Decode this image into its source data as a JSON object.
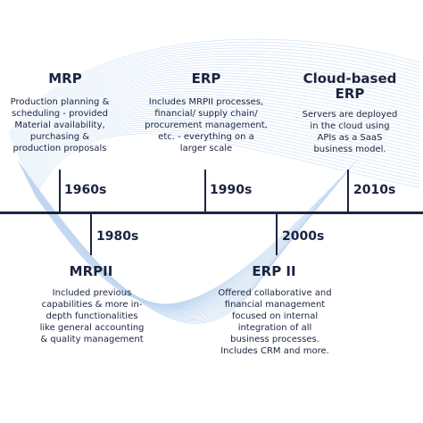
{
  "timeline": {
    "top": [
      {
        "title": "MRP",
        "desc": "Production planning &\nscheduling - provided\nMaterial availability,\npurchasing &\nproduction proposals",
        "year": "1960s"
      },
      {
        "title": "ERP",
        "desc": "Includes MRPII processes,\nfinancial/ supply chain/\nprocurement management,\netc. - everything on a\nlarger scale",
        "year": "1990s"
      },
      {
        "title": "Cloud-based\nERP",
        "desc": "Servers are deployed\nin the cloud using\nAPIs as a SaaS\nbusiness model.",
        "year": "2010s"
      }
    ],
    "bottom": [
      {
        "title": "MRPII",
        "desc": "Included previous\ncapabilities & more in-\ndepth functionalities\nlike general accounting\n& quality management",
        "year": "1980s"
      },
      {
        "title": "ERP II",
        "desc": "Offered collaborative and\nfinancial management\nfocused on internal\nintegration of all\nbusiness processes.\nIncludes CRM and more.",
        "year": "2000s"
      }
    ]
  },
  "colors": {
    "text": "#1b2340",
    "mesh": "#a9c8ea"
  }
}
